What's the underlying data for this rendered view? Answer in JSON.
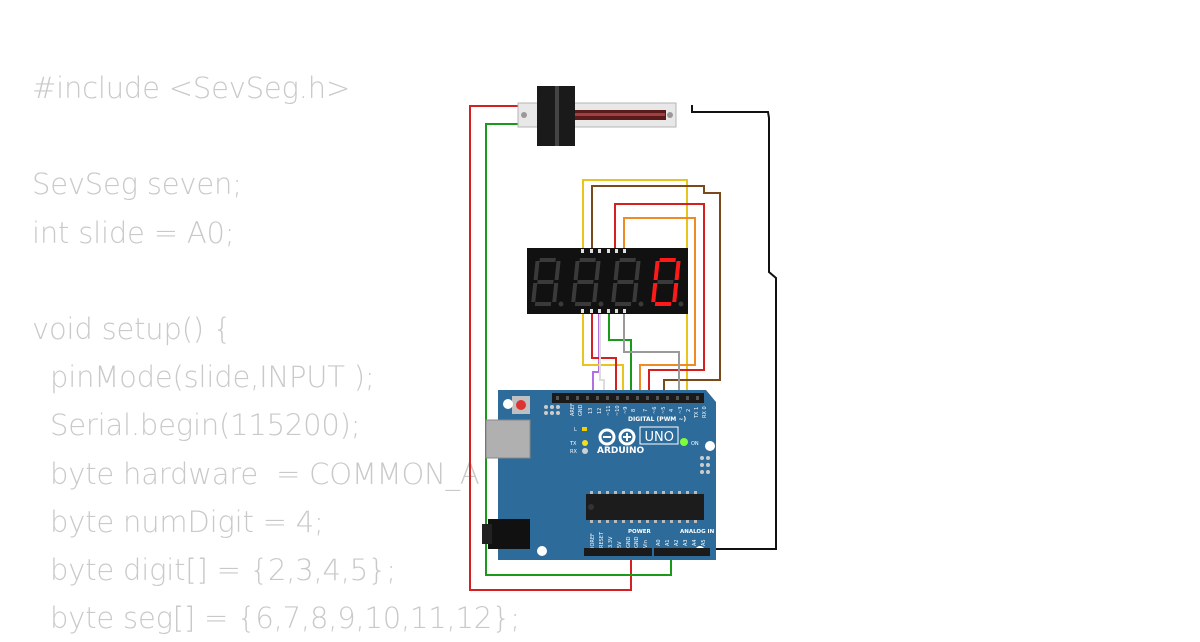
{
  "code": {
    "lines": [
      "#include <SevSeg.h>",
      "",
      "SevSeg seven;",
      "int slide = A0;",
      "",
      "void setup() {",
      "  pinMode(slide,INPUT );",
      "  Serial.begin(115200);",
      "  byte hardware  = COMMON_A",
      "  byte numDigit = 4;",
      "  byte digit[] = {2,3,4,5};",
      "  byte seg[] = {6,7,8,9,10,11,12};"
    ]
  },
  "circuit": {
    "display": {
      "digit_value": "0",
      "lit_color": "#ff1a1a",
      "dim_color": "#3a3a3a"
    },
    "board": {
      "model": "UNO",
      "brand": "ARDUINO",
      "digital_label": "DIGITAL (PWM ~)",
      "analog_label": "ANALOG IN",
      "power_label": "POWER",
      "on_label": "ON",
      "tx_label": "TX",
      "rx_label": "RX",
      "l_label": "L",
      "aref_label": "AREF",
      "gnd_label": "GND",
      "digital_pins": [
        "13",
        "12",
        "~11",
        "~10",
        "~9",
        "8",
        "7",
        "~6",
        "~5",
        "4",
        "~3",
        "2",
        "TX 1",
        "RX 0"
      ],
      "power_pins": [
        "IOREF",
        "RESET",
        "3.3V",
        "5V",
        "GND",
        "GND",
        "Vin"
      ],
      "analog_pins": [
        "A0",
        "A1",
        "A2",
        "A3",
        "A4",
        "A5"
      ],
      "color": "#2c6b9a"
    }
  }
}
